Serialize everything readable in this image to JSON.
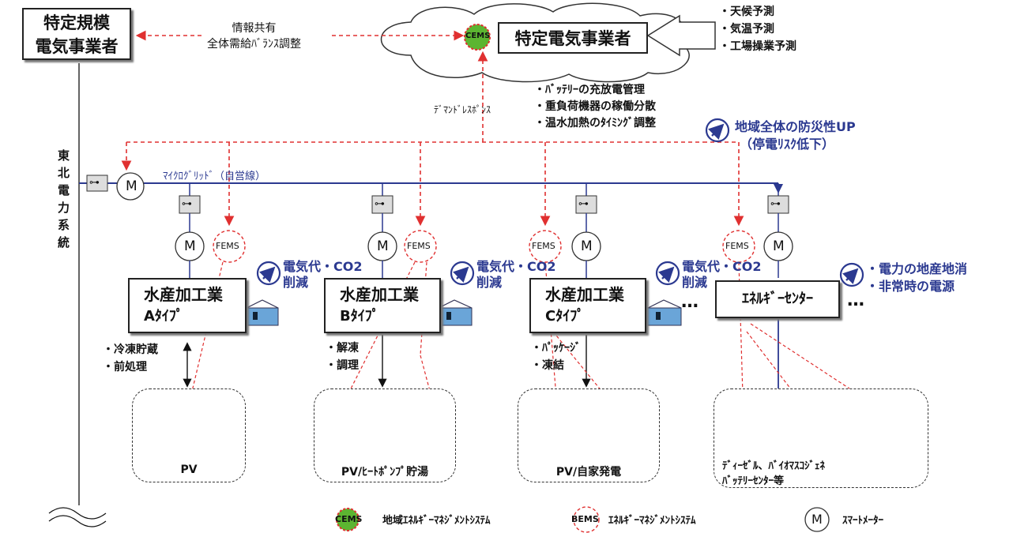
{
  "top_left_box": {
    "line1": "特定規模",
    "line2": "電気事業者"
  },
  "info_share": {
    "line1": "情報共有",
    "line2": "全体需給ﾊﾞﾗﾝｽ調整"
  },
  "cems_label": "CEMS",
  "specific_utility": "特定電気事業者",
  "forecasts": [
    "・天候予測",
    "・気温予測",
    "・工場操業予測"
  ],
  "dr_label": "ﾃﾞﾏﾝﾄﾞﾚｽﾎﾟﾝｽ",
  "dr_measures": [
    "・ﾊﾞｯﾃﾘｰの充放電管理",
    "・重負荷機器の稼働分散",
    "・温水加熱のﾀｲﾐﾝｸﾞ調整"
  ],
  "resilience": {
    "line1": "地域全体の防災性UP",
    "line2": "（停電ﾘｽｸ低下）"
  },
  "tohoku_grid": [
    "東",
    "北",
    "電",
    "力",
    "系",
    "統"
  ],
  "microgrid_label": "ﾏｲｸﾛｸﾞﾘｯﾄﾞ（自営線）",
  "meter_label": "M",
  "fems_label": "FEMS",
  "facilities": [
    {
      "name": "水産加工業",
      "type": "Aﾀｲﾌﾟ",
      "benefit1": "電気代・CO2",
      "benefit2": "削減",
      "process1": "・冷凍貯蔵",
      "process2": "・前処理",
      "panel_label": "PV"
    },
    {
      "name": "水産加工業",
      "type": "Bﾀｲﾌﾟ",
      "benefit1": "電気代・CO2",
      "benefit2": "削減",
      "process1": "・解凍",
      "process2": "・調理",
      "panel_label": "PV/ﾋｰﾄﾎﾟﾝﾌﾟ貯湯"
    },
    {
      "name": "水産加工業",
      "type": "Cﾀｲﾌﾟ",
      "benefit1": "電気代・CO2",
      "benefit2": "削減",
      "process1": "・ﾊﾟｯｹｰｼﾞ",
      "process2": "・凍結",
      "panel_label": "PV/自家発電"
    }
  ],
  "ellipsis": "…",
  "energy_center": {
    "name": "ｴﾈﾙｷﾞｰｾﾝﾀｰ",
    "benefit1": "・電力の地産地消",
    "benefit2": "・非常時の電源",
    "panel_line1": "ﾃﾞｨｰｾﾞﾙ、ﾊﾞｲｵﾏｽｺｼﾞｪﾈ",
    "panel_line2": "ﾊﾞｯﾃﾘｰｾﾝﾀｰ等"
  },
  "legend": {
    "cems_icon": "CEMS",
    "cems_text": "地域ｴﾈﾙｷﾞｰﾏﾈｼﾞﾒﾝﾄｼｽﾃﾑ",
    "bems_icon": "BEMS",
    "bems_text": "ｴﾈﾙｷﾞｰﾏﾈｼﾞﾒﾝﾄｼｽﾃﾑ",
    "m_icon": "M",
    "m_text": "ｽﾏｰﾄﾒｰﾀｰ"
  },
  "colors": {
    "accent_blue": "#2b3990",
    "signal_red": "#e03030",
    "cems_green": "#5cb531"
  }
}
